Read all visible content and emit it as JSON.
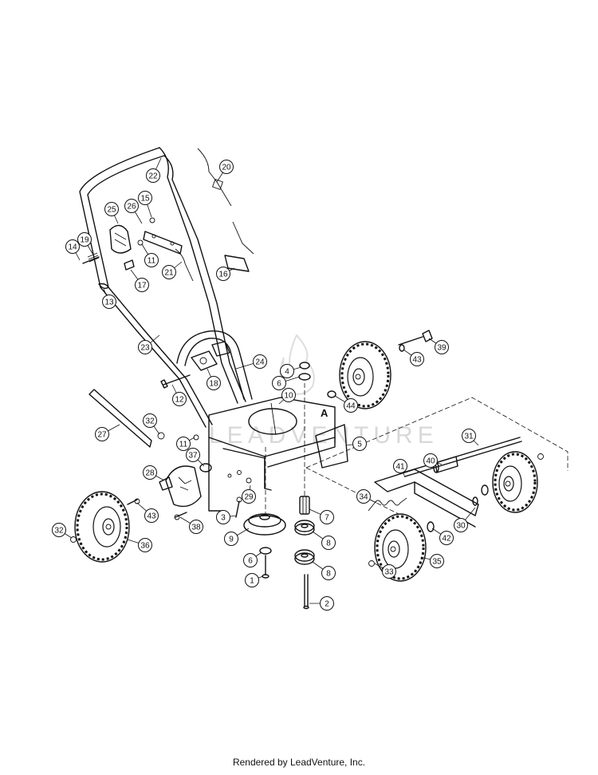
{
  "diagram": {
    "reference_letter": "A",
    "watermark_text": "LEADVENTURE",
    "callouts": [
      {
        "id": "1",
        "label": "1"
      },
      {
        "id": "2",
        "label": "2"
      },
      {
        "id": "3",
        "label": "3"
      },
      {
        "id": "4",
        "label": "4"
      },
      {
        "id": "5",
        "label": "5"
      },
      {
        "id": "6a",
        "label": "6"
      },
      {
        "id": "6b",
        "label": "6"
      },
      {
        "id": "7",
        "label": "7"
      },
      {
        "id": "8a",
        "label": "8"
      },
      {
        "id": "8b",
        "label": "8"
      },
      {
        "id": "9",
        "label": "9"
      },
      {
        "id": "10",
        "label": "10"
      },
      {
        "id": "11a",
        "label": "11"
      },
      {
        "id": "11b",
        "label": "11"
      },
      {
        "id": "12",
        "label": "12"
      },
      {
        "id": "13",
        "label": "13"
      },
      {
        "id": "14",
        "label": "14"
      },
      {
        "id": "15",
        "label": "15"
      },
      {
        "id": "16",
        "label": "16"
      },
      {
        "id": "17",
        "label": "17"
      },
      {
        "id": "18",
        "label": "18"
      },
      {
        "id": "19",
        "label": "19"
      },
      {
        "id": "20",
        "label": "20"
      },
      {
        "id": "21",
        "label": "21"
      },
      {
        "id": "22",
        "label": "22"
      },
      {
        "id": "23",
        "label": "23"
      },
      {
        "id": "24",
        "label": "24"
      },
      {
        "id": "25",
        "label": "25"
      },
      {
        "id": "26",
        "label": "26"
      },
      {
        "id": "27",
        "label": "27"
      },
      {
        "id": "28",
        "label": "28"
      },
      {
        "id": "29",
        "label": "29"
      },
      {
        "id": "30",
        "label": "30"
      },
      {
        "id": "31",
        "label": "31"
      },
      {
        "id": "32a",
        "label": "32"
      },
      {
        "id": "32b",
        "label": "32"
      },
      {
        "id": "33",
        "label": "33"
      },
      {
        "id": "34",
        "label": "34"
      },
      {
        "id": "35",
        "label": "35"
      },
      {
        "id": "36",
        "label": "36"
      },
      {
        "id": "37",
        "label": "37"
      },
      {
        "id": "38",
        "label": "38"
      },
      {
        "id": "39",
        "label": "39"
      },
      {
        "id": "40",
        "label": "40"
      },
      {
        "id": "41",
        "label": "41"
      },
      {
        "id": "42",
        "label": "42"
      },
      {
        "id": "43a",
        "label": "43"
      },
      {
        "id": "43b",
        "label": "43"
      },
      {
        "id": "44",
        "label": "44"
      }
    ]
  },
  "footer": {
    "text": "Rendered by LeadVenture, Inc."
  }
}
